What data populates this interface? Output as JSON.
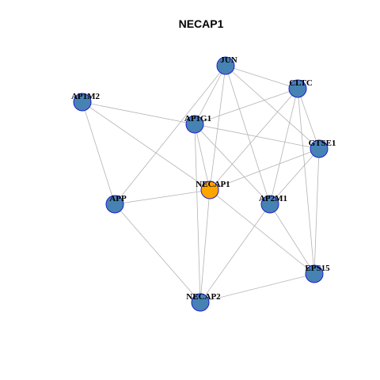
{
  "title": "NECAP1",
  "colors": {
    "node_default": "#4682b4",
    "node_focus": "#ffa500",
    "node_border": "#1f1fcc",
    "edge": "#b3b3b3"
  },
  "nodes": [
    {
      "id": "JUN",
      "label": "JUN",
      "focus": false
    },
    {
      "id": "CLTC",
      "label": "CLTC",
      "focus": false
    },
    {
      "id": "AP1M2",
      "label": "AP1M2",
      "focus": false
    },
    {
      "id": "AP1G1",
      "label": "AP1G1",
      "focus": false
    },
    {
      "id": "GTSE1",
      "label": "GTSE1",
      "focus": false
    },
    {
      "id": "NECAP1",
      "label": "NECAP1",
      "focus": true
    },
    {
      "id": "APP",
      "label": "APP",
      "focus": false
    },
    {
      "id": "AP2M1",
      "label": "AP2M1",
      "focus": false
    },
    {
      "id": "EPS15",
      "label": "EPS15",
      "focus": false
    },
    {
      "id": "NECAP2",
      "label": "NECAP2",
      "focus": false
    }
  ],
  "edges": [
    [
      "JUN",
      "CLTC"
    ],
    [
      "JUN",
      "AP1G1"
    ],
    [
      "JUN",
      "GTSE1"
    ],
    [
      "JUN",
      "NECAP1"
    ],
    [
      "JUN",
      "APP"
    ],
    [
      "JUN",
      "AP2M1"
    ],
    [
      "CLTC",
      "AP1G1"
    ],
    [
      "CLTC",
      "GTSE1"
    ],
    [
      "CLTC",
      "NECAP1"
    ],
    [
      "CLTC",
      "AP2M1"
    ],
    [
      "CLTC",
      "EPS15"
    ],
    [
      "AP1M2",
      "AP1G1"
    ],
    [
      "AP1M2",
      "NECAP1"
    ],
    [
      "AP1M2",
      "APP"
    ],
    [
      "AP1G1",
      "GTSE1"
    ],
    [
      "AP1G1",
      "NECAP1"
    ],
    [
      "AP1G1",
      "AP2M1"
    ],
    [
      "AP1G1",
      "NECAP2"
    ],
    [
      "GTSE1",
      "NECAP1"
    ],
    [
      "GTSE1",
      "AP2M1"
    ],
    [
      "GTSE1",
      "EPS15"
    ],
    [
      "NECAP1",
      "APP"
    ],
    [
      "NECAP1",
      "EPS15"
    ],
    [
      "NECAP1",
      "NECAP2"
    ],
    [
      "APP",
      "NECAP2"
    ],
    [
      "AP2M1",
      "EPS15"
    ],
    [
      "AP2M1",
      "NECAP2"
    ],
    [
      "EPS15",
      "NECAP2"
    ]
  ]
}
